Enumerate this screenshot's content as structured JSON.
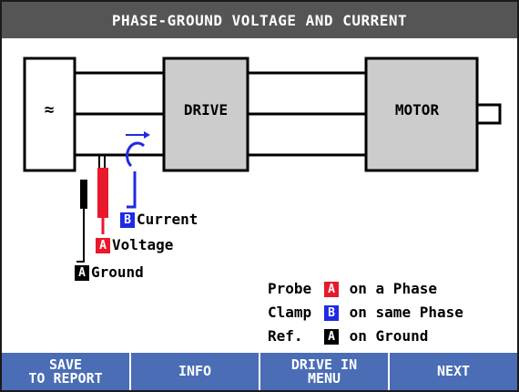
{
  "title": "PHASE-GROUND VOLTAGE AND CURRENT",
  "diagram": {
    "source_symbol": "≈",
    "drive_label": "DRIVE",
    "motor_label": "MOTOR",
    "clamp_label": "Current",
    "clamp_badge": "B",
    "voltage_label": "Voltage",
    "voltage_badge": "A",
    "ground_label": "Ground",
    "ground_badge": "A"
  },
  "instructions": [
    {
      "key": "Probe",
      "badge": "A",
      "badge_color": "#e8192c",
      "text": "on a Phase"
    },
    {
      "key": "Clamp",
      "badge": "B",
      "badge_color": "#1f2ae3",
      "text": "on same Phase"
    },
    {
      "key": "Ref.",
      "badge": "A",
      "badge_color": "#000000",
      "text": "on Ground"
    }
  ],
  "softkeys": [
    {
      "label": "SAVE\nTO REPORT"
    },
    {
      "label": "INFO"
    },
    {
      "label": "DRIVE IN\nMENU"
    },
    {
      "label": "NEXT"
    }
  ],
  "colors": {
    "title_bg": "#555555",
    "softkey_bg": "#4a6db5",
    "box_fill": "#cccccc",
    "voltage_red": "#e8192c",
    "current_blue": "#1f2ae3"
  }
}
